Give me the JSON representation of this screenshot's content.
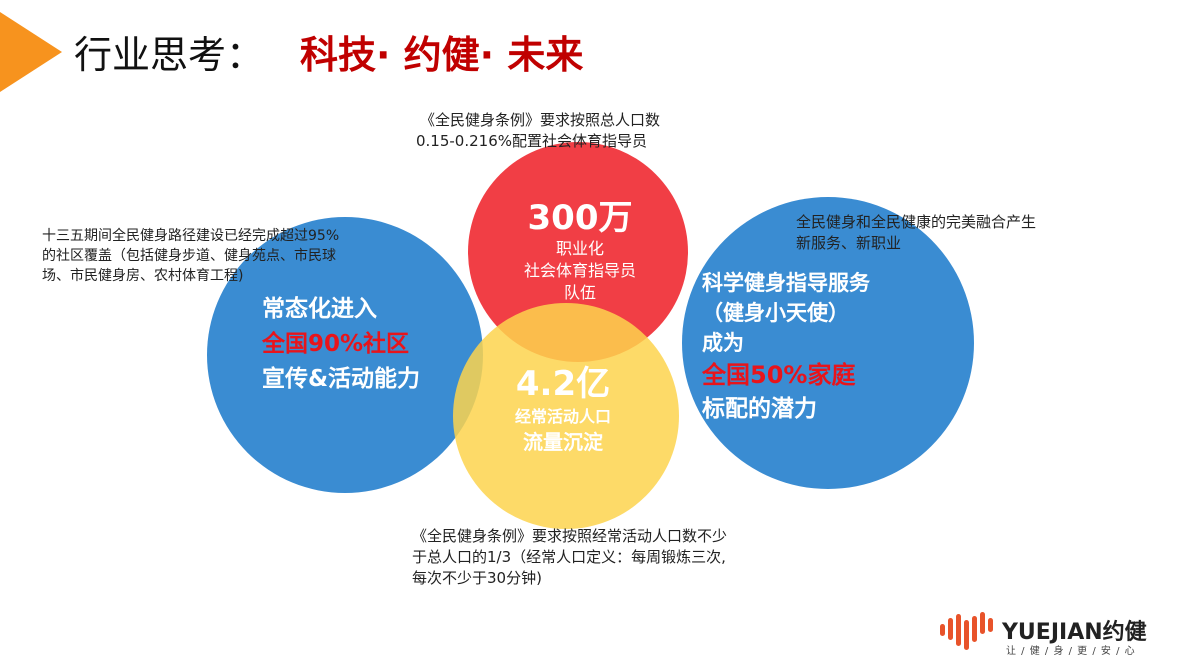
{
  "header": {
    "title": "行业思考：",
    "subtitle": "科技· 约健· 未来"
  },
  "colors": {
    "accent_orange": "#f7931e",
    "title_red": "#c00000",
    "blue": "#3a8cd2",
    "red": "#ee1c24",
    "yellow": "#fdd34d"
  },
  "notes": {
    "top": [
      "《全民健身条例》要求按照总人口数",
      "0.15-0.216%配置社会体育指导员"
    ],
    "left": [
      "十三五期间全民健身路径建设已经完成超过95%",
      "的社区覆盖（包括健身步道、健身苑点、市民球",
      "场、市民健身房、农村体育工程)"
    ],
    "right": [
      "全民健身和全民健康的完美融合产生",
      "新服务、新职业"
    ],
    "bottom": [
      "《全民健身条例》要求按照经常活动人口数不少",
      "于总人口的1/3（经常人口定义：每周锻炼三次,",
      "每次不少于30分钟)"
    ]
  },
  "circles": {
    "left": {
      "line1": "常态化进入",
      "line2": "全国90%社区",
      "line3": "宣传&活动能力"
    },
    "top": {
      "big": "300万",
      "line1": "职业化",
      "line2": "社会体育指导员",
      "line3": "队伍"
    },
    "bottom": {
      "big": "4.2亿",
      "line1": "经常活动人口",
      "line2": "流量沉淀"
    },
    "right": {
      "line1": "科学健身指导服务",
      "line2": "（健身小天使）",
      "line3": "成为",
      "line4": "全国50%家庭",
      "line5": "标配的潜力"
    }
  },
  "logo": {
    "brand": "YUEJIAN约健",
    "slogan": "让 / 健 / 身 / 更 / 安 / 心"
  }
}
